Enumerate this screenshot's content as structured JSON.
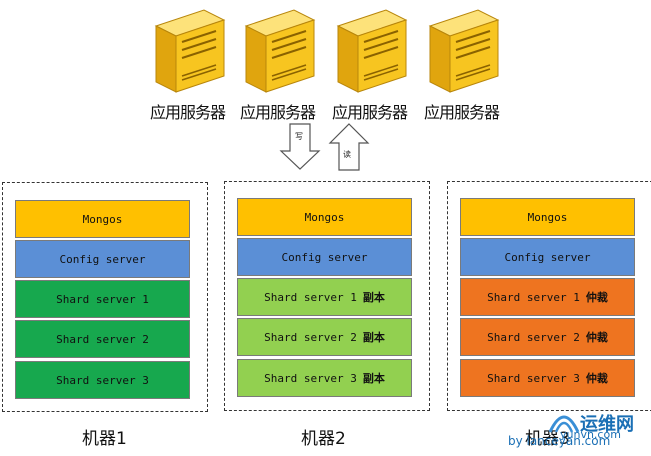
{
  "app_servers": [
    {
      "label": "应用服务器"
    },
    {
      "label": "应用服务器"
    },
    {
      "label": "应用服务器"
    },
    {
      "label": "应用服务器"
    }
  ],
  "arrows": {
    "write_label": "写",
    "read_label": "读"
  },
  "machines": [
    {
      "label": "机器1",
      "mongos": "Mongos",
      "config": "Config server",
      "shards": [
        {
          "text": "Shard server 1",
          "tag": ""
        },
        {
          "text": "Shard server 2",
          "tag": ""
        },
        {
          "text": "Shard server 3",
          "tag": ""
        }
      ]
    },
    {
      "label": "机器2",
      "mongos": "Mongos",
      "config": "Config server",
      "shards": [
        {
          "text": "Shard server 1",
          "tag": "副本"
        },
        {
          "text": "Shard server 2",
          "tag": "副本"
        },
        {
          "text": "Shard server 3",
          "tag": "副本"
        }
      ]
    },
    {
      "label": "机器3",
      "mongos": "Mongos",
      "config": "Config server",
      "shards": [
        {
          "text": "Shard server 1",
          "tag": "仲裁"
        },
        {
          "text": "Shard server 2",
          "tag": "仲裁"
        },
        {
          "text": "Shard server 3",
          "tag": "仲裁"
        }
      ]
    }
  ],
  "watermark": {
    "name": "运维网",
    "url": "by lanceyan.com",
    "url2": "yunvn.com"
  },
  "colors": {
    "mongos": "#ffc000",
    "config": "#5b8fd6",
    "primary_shard": "#17a84e",
    "replica_shard": "#92d050",
    "arbiter_shard": "#ee7420",
    "server_body": "#f5c518"
  }
}
